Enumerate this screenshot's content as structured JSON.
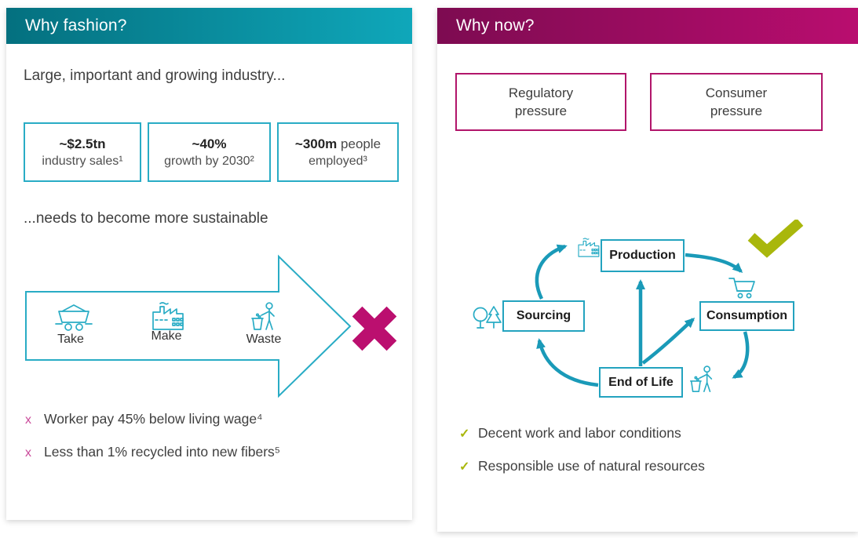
{
  "colors": {
    "teal_dark": "#04707f",
    "teal": "#0fa7ba",
    "magenta_dark": "#7d0b51",
    "magenta": "#b90d6f",
    "cyan_border": "#29acc5",
    "cycle_arrow": "#1a9ab8",
    "magenta_border": "#b1156a",
    "x_cross": "#bb0f6f",
    "pink_marker": "#ca4a9a",
    "olive_check": "#a9b70c",
    "body_text": "#3f3f3f"
  },
  "left_panel": {
    "title": "Why fashion?",
    "intro": "Large, important and growing industry...",
    "stats": [
      {
        "value": "~$2.5tn",
        "suffix": "",
        "label": "industry sales¹"
      },
      {
        "value": "~40%",
        "suffix": "",
        "label": "growth by 2030²"
      },
      {
        "value": "~300m",
        "suffix": " people",
        "label": "employed³"
      }
    ],
    "subtitle": "...needs to become more sustainable",
    "stages": [
      {
        "icon": "mine-cart-icon",
        "label": "Take"
      },
      {
        "icon": "factory-icon",
        "label": "Make"
      },
      {
        "icon": "waste-person-icon",
        "label": "Waste"
      }
    ],
    "cons": [
      {
        "marker": "x",
        "text": "Worker pay 45% below living wage⁴"
      },
      {
        "marker": "x",
        "text": "Less than 1% recycled into new fibers⁵"
      }
    ]
  },
  "right_panel": {
    "title": "Why now?",
    "pressure_boxes": [
      {
        "label": "Regulatory pressure"
      },
      {
        "label": "Consumer pressure"
      }
    ],
    "cycle": {
      "nodes": [
        "Production",
        "Sourcing",
        "Consumption",
        "End of Life"
      ],
      "icons": [
        "trees-icon",
        "factory-icon",
        "shopping-cart-icon",
        "waste-person-icon",
        "checkmark-icon"
      ]
    },
    "pros": [
      {
        "marker": "✓",
        "text": "Decent work and labor conditions"
      },
      {
        "marker": "✓",
        "text": "Responsible use of natural resources"
      }
    ]
  }
}
